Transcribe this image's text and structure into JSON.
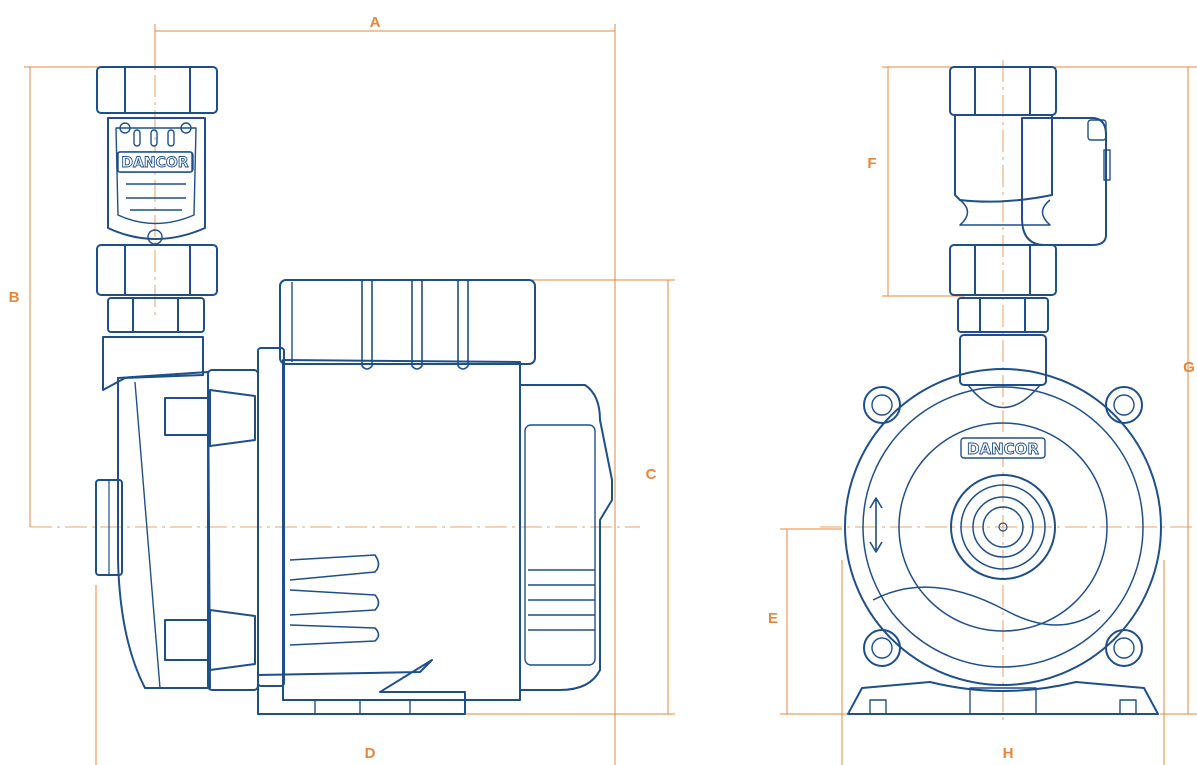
{
  "colors": {
    "line": "#1f4f8a",
    "line_light": "#3f6faa",
    "dimension": "#e8863a",
    "centerline": "#e8863a",
    "background": "#ffffff"
  },
  "brand": {
    "side_label": "DANCOR",
    "front_label": "DANCOR"
  },
  "dimensions": {
    "A": "A",
    "B": "B",
    "C": "C",
    "D": "D",
    "E": "E",
    "F": "F",
    "G": "G",
    "H": "H"
  }
}
